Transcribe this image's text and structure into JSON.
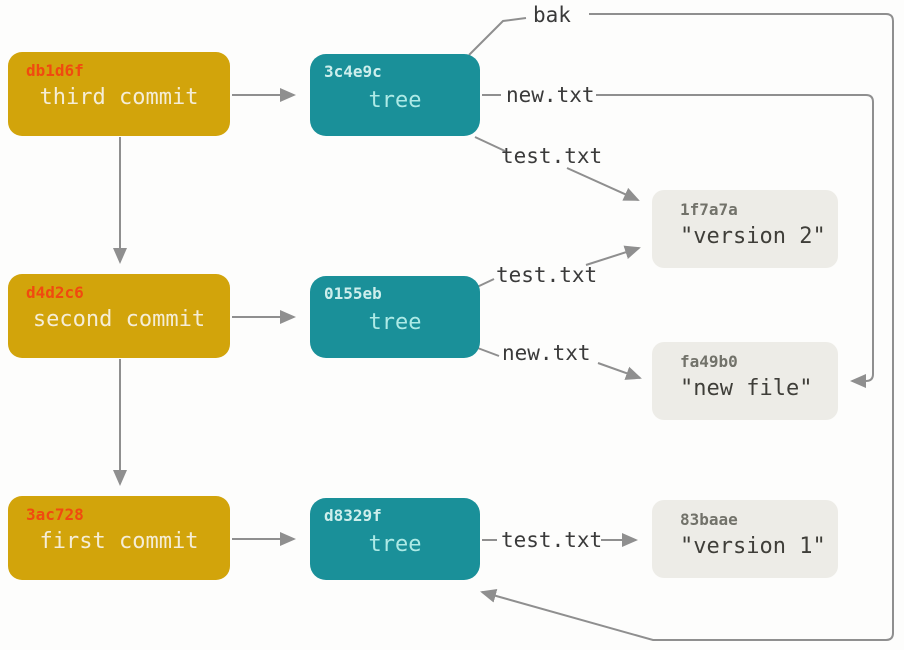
{
  "diagram": {
    "commits": [
      {
        "hash": "db1d6f",
        "label": "third commit"
      },
      {
        "hash": "d4d2c6",
        "label": "second commit"
      },
      {
        "hash": "3ac728",
        "label": "first commit"
      }
    ],
    "trees": [
      {
        "hash": "3c4e9c",
        "label": "tree"
      },
      {
        "hash": "0155eb",
        "label": "tree"
      },
      {
        "hash": "d8329f",
        "label": "tree"
      }
    ],
    "blobs": [
      {
        "hash": "1f7a7a",
        "content": "\"version 2\""
      },
      {
        "hash": "fa49b0",
        "content": "\"new file\""
      },
      {
        "hash": "83baae",
        "content": "\"version 1\""
      }
    ],
    "edge_labels": [
      {
        "id": "bak-ref",
        "text": "bak"
      },
      {
        "id": "tree1-new-txt",
        "text": "new.txt"
      },
      {
        "id": "tree1-test-txt",
        "text": "test.txt"
      },
      {
        "id": "tree2-test-txt",
        "text": "test.txt"
      },
      {
        "id": "tree2-new-txt",
        "text": "new.txt"
      },
      {
        "id": "tree3-test-txt",
        "text": "test.txt"
      }
    ],
    "colors": {
      "commit_fill": "#d2a40b",
      "commit_hash": "#f04a10",
      "commit_text": "#f5edd6",
      "tree_fill": "#1a9099",
      "tree_hash": "#cdeeec",
      "tree_text": "#aeeae6",
      "blob_fill": "#edece7",
      "blob_hash": "#72726a",
      "blob_text": "#3f3e39",
      "arrow": "#8f8f8f",
      "label_text": "#3a3a3a"
    }
  }
}
